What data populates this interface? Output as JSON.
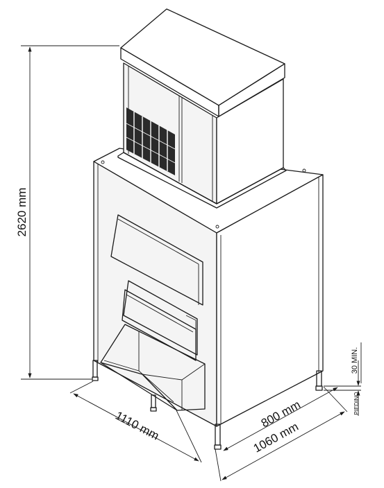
{
  "dimensions": {
    "height": "2620 mm",
    "width": "1110 mm",
    "depth_bin": "800 mm",
    "depth_total": "1060 mm",
    "leg_clearance": "30 MIN.",
    "leg_label": "PIEDINO"
  }
}
